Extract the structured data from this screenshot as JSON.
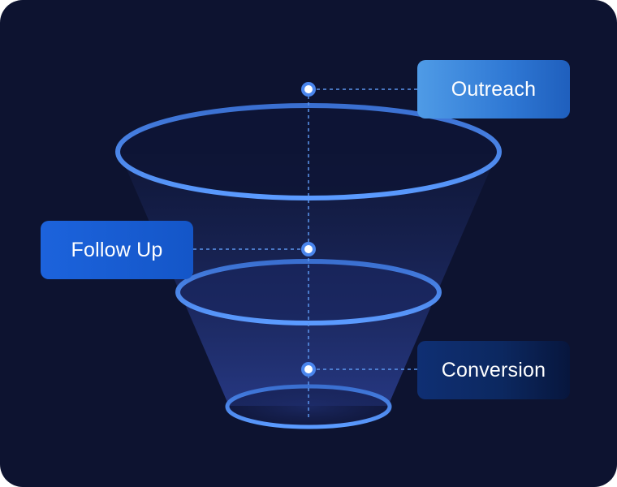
{
  "stages": [
    {
      "label": "Outreach"
    },
    {
      "label": "Follow Up"
    },
    {
      "label": "Conversion"
    }
  ],
  "colors": {
    "background": "#0d1330",
    "ring": "#4d8ff2",
    "dot_fill": "#ffffff",
    "connector": "#5b95ee"
  }
}
